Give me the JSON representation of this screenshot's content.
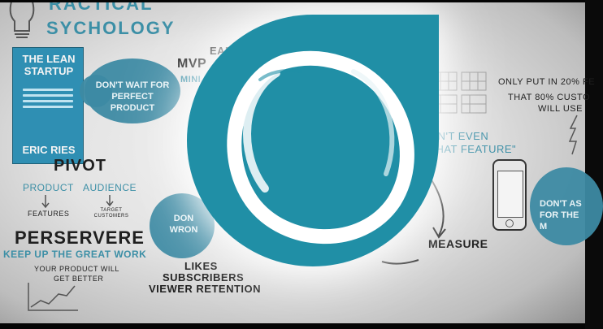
{
  "whiteboard": {
    "heading_partial_1": "RACTICAL",
    "heading_partial_2": "SYCHOLOGY",
    "book": {
      "title_line1": "THE LEAN",
      "title_line2": "STARTUP",
      "author": "ERIC RIES"
    },
    "cloud_left_top": "DON'T WAIT FOR PERFECT PRODUCT",
    "mvp_label": "MVP",
    "mvp_partial": "MINI",
    "early_partial": "EARL",
    "pivot_heading": "PIVOT",
    "product_label": "PRODUCT",
    "audience_label": "AUDIENCE",
    "features_label": "FEATURES",
    "target_customers_label": "TARGET CUSTOMERS",
    "persevere_heading": "PERSERVERE",
    "keep_up_label": "KEEP UP THE GREAT WORK",
    "product_better_line1": "YOUR PRODUCT WILL",
    "product_better_line2": "GET BETTER",
    "cloud_left_mid_1": "DON",
    "cloud_left_mid_2": "WRON",
    "likes_label": "LIKES",
    "subscribers_label": "SUBSCRIBERS",
    "viewer_retention_label": "VIEWER RETENTION",
    "measure_label": "MEASURE",
    "right_text_1": "ONLY PUT IN 20% FE",
    "right_text_2": "THAT 80% CUSTO",
    "right_text_3": "WILL USE",
    "quote_partial_1": "ON'T EVEN",
    "quote_partial_2": "THAT FEATURE\"",
    "cloud_right_1": "DON'T AS",
    "cloud_right_2": "FOR THE M"
  },
  "logo": {
    "icon": "ring-logo",
    "background_color": "#208fa6",
    "ring_color": "#ffffff"
  }
}
